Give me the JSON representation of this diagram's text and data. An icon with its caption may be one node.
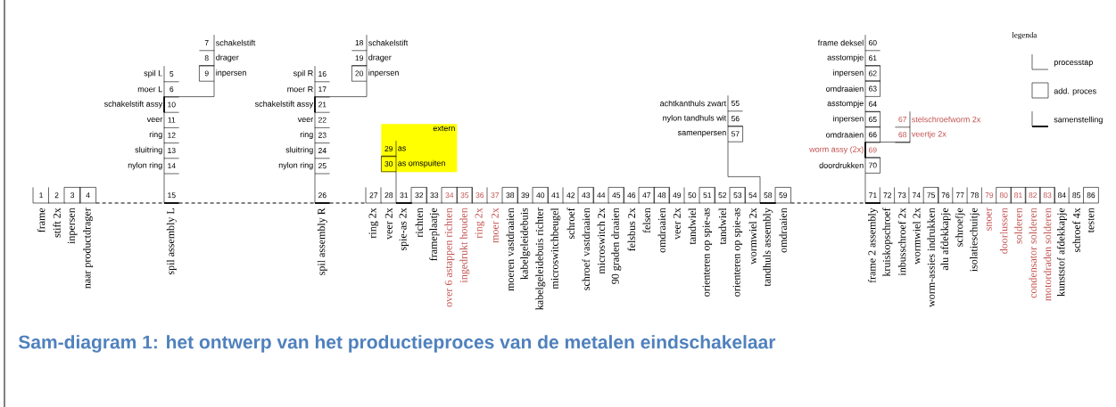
{
  "diagram": {
    "caption": "Sam-diagram 1: het ontwerp van het productieproces van de metalen eindschakelaar",
    "nodes": [
      {
        "text": [
          "1"
        ],
        "beside": [
          "frame"
        ]
      },
      {
        "text": [
          "2"
        ],
        "beside": [
          "stift 2x"
        ]
      },
      {
        "text": [
          "3"
        ],
        "beside": [
          "inpersen"
        ]
      },
      {
        "text": [
          "4"
        ],
        "beside": [
          "naar productdrager"
        ]
      },
      {
        "text": [
          "5"
        ],
        "beside": [
          "spil L"
        ]
      },
      {
        "text": [
          "6"
        ],
        "beside": [
          "moer L"
        ]
      },
      {
        "text": [
          "7"
        ],
        "beside": [
          "schakelstift"
        ]
      },
      {
        "text": [
          "8"
        ],
        "beside": [
          "drager"
        ]
      },
      {
        "text": [
          "9"
        ],
        "beside": [
          "inpersen"
        ]
      },
      {
        "text": [
          "10"
        ],
        "beside": [
          "schakelstift assy"
        ]
      },
      {
        "text": [
          "11"
        ],
        "beside": [
          "veer"
        ]
      },
      {
        "text": [
          "12"
        ],
        "beside": [
          "ring"
        ]
      },
      {
        "text": [
          "13"
        ],
        "beside": [
          "sluitring"
        ]
      },
      {
        "text": [
          "14"
        ],
        "beside": [
          "nylon ring"
        ]
      },
      {
        "text": [
          "15"
        ],
        "beside": [
          "spil assembly L"
        ]
      },
      {
        "text": [
          "16"
        ],
        "beside": [
          "spil R"
        ]
      },
      {
        "text": [
          "17"
        ],
        "beside": [
          "moer R"
        ]
      },
      {
        "text": [
          "18"
        ],
        "beside": [
          "schakelstift"
        ]
      },
      {
        "text": [
          "19"
        ],
        "beside": [
          "drager"
        ]
      },
      {
        "text": [
          "20"
        ],
        "beside": [
          "inpersen"
        ]
      },
      {
        "text": [
          "21"
        ],
        "beside": [
          "schakelstift assy"
        ]
      },
      {
        "text": [
          "22"
        ],
        "beside": [
          "veer"
        ]
      },
      {
        "text": [
          "23"
        ],
        "beside": [
          "ring"
        ]
      },
      {
        "text": [
          "24"
        ],
        "beside": [
          "sluitring"
        ]
      },
      {
        "text": [
          "25"
        ],
        "beside": [
          "nylon ring"
        ]
      },
      {
        "text": [
          "26"
        ],
        "beside": [
          "spil assembly R"
        ]
      },
      {
        "text": [
          "27"
        ],
        "beside": [
          "ring 2x"
        ]
      },
      {
        "text": [
          "28"
        ],
        "beside": [
          "veer 2x"
        ]
      },
      {
        "text": [
          "extern"
        ]
      },
      {
        "text": [
          "29"
        ],
        "beside": [
          "as"
        ],
        "in": 28
      },
      {
        "text": [
          "30"
        ],
        "beside": [
          "as omspuiten"
        ],
        "in": 28
      },
      {
        "text": [
          "31"
        ],
        "beside": [
          "spie-as 2x"
        ]
      },
      {
        "text": [
          "32"
        ],
        "beside": [
          "richten"
        ]
      },
      {
        "text": [
          "33"
        ],
        "beside": [
          "frameplaatje"
        ]
      },
      {
        "text": [
          "34"
        ],
        "beside": [
          "over 6 astappen richten"
        ]
      },
      {
        "text": [
          "35"
        ],
        "beside": [
          "ingedrukt houden"
        ]
      },
      {
        "text": [
          "36"
        ],
        "beside": [
          "ring 2x"
        ]
      },
      {
        "text": [
          "37"
        ],
        "beside": [
          "moer 2x"
        ]
      },
      {
        "text": [
          "38"
        ],
        "beside": [
          "moeren vastdraaien"
        ]
      },
      {
        "text": [
          "39"
        ],
        "beside": [
          "kabelgeleidebuis"
        ]
      },
      {
        "text": [
          "40"
        ],
        "beside": [
          "kabelgeleidebuis richter"
        ]
      },
      {
        "text": [
          "41"
        ],
        "beside": [
          "microswitchbeugel"
        ]
      },
      {
        "text": [
          "42"
        ],
        "beside": [
          "schroef"
        ]
      },
      {
        "text": [
          "43"
        ],
        "beside": [
          "schroef vastdraaien"
        ]
      },
      {
        "text": [
          "44"
        ],
        "beside": [
          "microswitch 2x"
        ]
      },
      {
        "text": [
          "45"
        ],
        "beside": [
          "90 graden draaien"
        ]
      },
      {
        "text": [
          "46"
        ],
        "beside": [
          "felsbus 2x"
        ]
      },
      {
        "text": [
          "47"
        ],
        "beside": [
          "felsen"
        ]
      },
      {
        "text": [
          "48"
        ],
        "beside": [
          "omdraaien"
        ]
      },
      {
        "text": [
          "49"
        ],
        "beside": [
          "veer 2x"
        ]
      },
      {
        "text": [
          "50"
        ],
        "beside": [
          "tandwiel"
        ]
      },
      {
        "text": [
          "51"
        ],
        "beside": [
          "orienteren op spie-as"
        ]
      },
      {
        "text": [
          "52"
        ],
        "beside": [
          "tandwiel"
        ]
      },
      {
        "text": [
          "53"
        ],
        "beside": [
          "orienteren op spie-as"
        ]
      },
      {
        "text": [
          "54"
        ],
        "beside": [
          "wormwiel 2x"
        ]
      },
      {
        "text": [
          "55"
        ],
        "beside": [
          "achtkanthuls zwart"
        ]
      },
      {
        "text": [
          "56"
        ],
        "beside": [
          "nylon tandhuls wit"
        ]
      },
      {
        "text": [
          "57"
        ],
        "beside": [
          "samenpersen"
        ]
      },
      {
        "text": [
          "58"
        ],
        "beside": [
          "tandhuls assembly"
        ]
      },
      {
        "text": [
          "59"
        ],
        "beside": [
          "omdraaien"
        ]
      },
      {
        "text": [
          "60"
        ],
        "beside": [
          "frame deksel"
        ]
      },
      {
        "text": [
          "61"
        ],
        "beside": [
          "asstompje"
        ]
      },
      {
        "text": [
          "62"
        ],
        "beside": [
          "inpersen"
        ]
      },
      {
        "text": [
          "63"
        ],
        "beside": [
          "omdraaien"
        ]
      },
      {
        "text": [
          "64"
        ],
        "beside": [
          "asstompje"
        ]
      },
      {
        "text": [
          "65"
        ],
        "beside": [
          "inpersen"
        ]
      },
      {
        "text": [
          "66"
        ],
        "beside": [
          "omdraaien"
        ]
      },
      {
        "text": [
          "67"
        ],
        "beside": [
          "stelschroefworm 2x"
        ]
      },
      {
        "text": [
          "68"
        ],
        "beside": [
          "veertje 2x"
        ]
      },
      {
        "text": [
          "69"
        ],
        "beside": [
          "worm assy (2x)"
        ]
      },
      {
        "text": [
          "70"
        ],
        "beside": [
          "doordrukken"
        ]
      },
      {
        "text": [
          "71"
        ],
        "beside": [
          "frame 2 assembly"
        ]
      },
      {
        "text": [
          "72"
        ],
        "beside": [
          "kruiskopschroef"
        ]
      },
      {
        "text": [
          "73"
        ],
        "beside": [
          "inbusschroef 2x"
        ]
      },
      {
        "text": [
          "74"
        ],
        "beside": [
          "wormwiel 2x"
        ]
      },
      {
        "text": [
          "75"
        ],
        "beside": [
          "worm-assies indrukken"
        ]
      },
      {
        "text": [
          "76"
        ],
        "beside": [
          "alu afdekkapje"
        ]
      },
      {
        "text": [
          "77"
        ],
        "beside": [
          "schroefje"
        ]
      },
      {
        "text": [
          "78"
        ],
        "beside": [
          "isolatieschuitje"
        ]
      },
      {
        "text": [
          "79"
        ],
        "beside": [
          "snoer"
        ]
      },
      {
        "text": [
          "80"
        ],
        "beside": [
          "doorlussen"
        ]
      },
      {
        "text": [
          "81"
        ],
        "beside": [
          "solderen"
        ]
      },
      {
        "text": [
          "82"
        ],
        "beside": [
          "condensator solderen"
        ]
      },
      {
        "text": [
          "83"
        ],
        "beside": [
          "motordraden solderen"
        ]
      },
      {
        "text": [
          "84"
        ],
        "beside": [
          "kunststof afdekkapje"
        ]
      },
      {
        "text": [
          "85"
        ],
        "beside": [
          "schroef 4x"
        ]
      },
      {
        "text": [
          "86"
        ],
        "beside": [
          "testen"
        ]
      }
    ],
    "edges": [
      {
        "from": 3,
        "to": 14,
        "arrow": "none",
        "style": "dashed"
      },
      {
        "from": 14,
        "to": 25,
        "arrow": "none",
        "style": "dashed"
      },
      {
        "from": 25,
        "to": 26,
        "arrow": "none",
        "style": "dashed"
      },
      {
        "from": 59,
        "to": 71,
        "arrow": "none",
        "style": "dashed"
      },
      {
        "from": 8,
        "to": 9,
        "arrow": "none"
      },
      {
        "from": 13,
        "to": 14,
        "arrow": "none"
      },
      {
        "from": 19,
        "to": 20,
        "arrow": "none"
      },
      {
        "from": 24,
        "to": 25,
        "arrow": "none"
      },
      {
        "from": 30,
        "to": 31,
        "arrow": "none"
      },
      {
        "from": 57,
        "to": 58,
        "arrow": "none"
      },
      {
        "from": 68,
        "to": 69,
        "arrow": "none"
      },
      {
        "from": 70,
        "to": 71,
        "arrow": "none"
      }
    ],
    "labels": [
      "legenda"
    ],
    "legend": [
      {
        "text": "processtap"
      },
      {
        "text": "add. proces"
      },
      {
        "text": "samenstelling"
      }
    ]
  }
}
